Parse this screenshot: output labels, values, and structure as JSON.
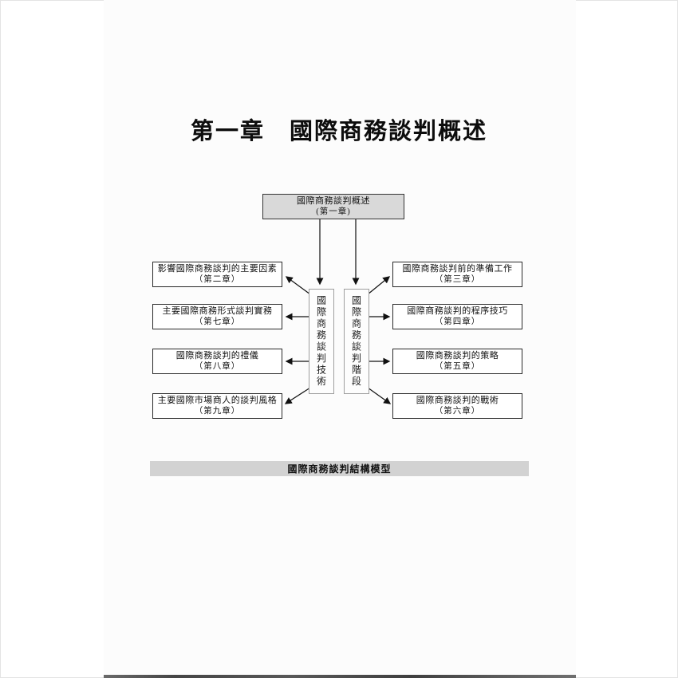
{
  "page": {
    "title": "第一章　國際商務談判概述",
    "caption": "國際商務談判結構模型"
  },
  "diagram": {
    "root": {
      "line1": "國際商務談判概述",
      "line2": "(第一章)"
    },
    "hub_left": "國際商務談判技術",
    "hub_right": "國際商務談判階段",
    "left_boxes": [
      {
        "line1": "影響國際商務談判的主要因素",
        "line2": "（第二章）"
      },
      {
        "line1": "主要國際商務形式談判實務",
        "line2": "（第七章）"
      },
      {
        "line1": "國際商務談判的禮儀",
        "line2": "（第八章）"
      },
      {
        "line1": "主要國際市場商人的談判風格",
        "line2": "（第九章）"
      }
    ],
    "right_boxes": [
      {
        "line1": "國際商務談判前的準備工作",
        "line2": "（第三章）"
      },
      {
        "line1": "國際商務談判的程序技巧",
        "line2": "（第四章）"
      },
      {
        "line1": "國際商務談判的策略",
        "line2": "（第五章）"
      },
      {
        "line1": "國際商務談判的戰術",
        "line2": "（第六章）"
      }
    ],
    "colors": {
      "root_fill": "#d9d9d9",
      "box_fill": "#ffffff",
      "caption_fill": "#d2d2d2",
      "line": "#111111"
    }
  }
}
